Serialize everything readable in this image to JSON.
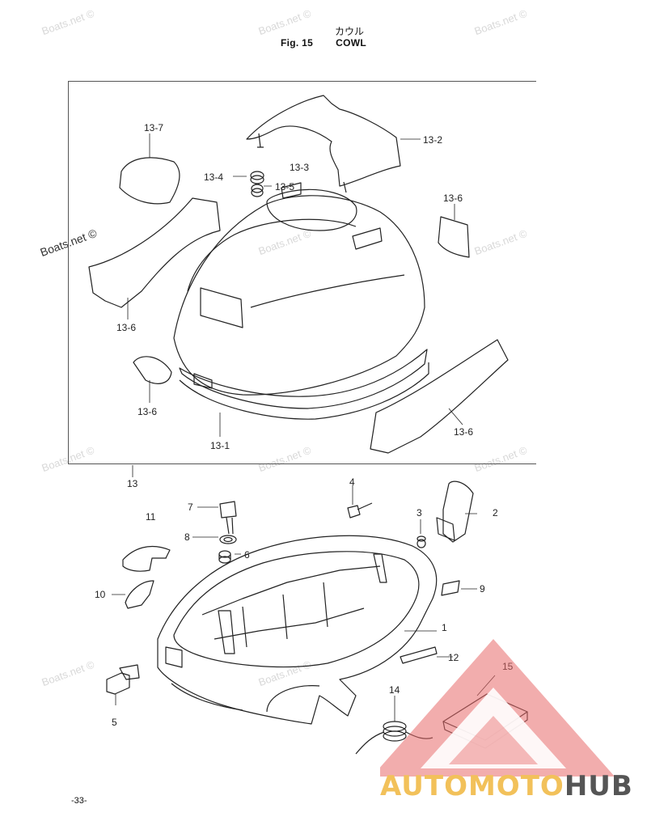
{
  "header": {
    "japanese_title": "カウル",
    "figure_number": "Fig. 15",
    "figure_title": "COWL"
  },
  "watermark": "Boats.net ©",
  "page_number": "-33-",
  "callouts": {
    "c13_7": "13-7",
    "c13_2": "13-2",
    "c13_4": "13-4",
    "c13_3": "13-3",
    "c13_5": "13-5",
    "c13_6a": "13-6",
    "c13_6b": "13-6",
    "c13_6c": "13-6",
    "c13_6d": "13-6",
    "c13_1": "13-1",
    "c13": "13",
    "c7": "7",
    "c11": "11",
    "c8": "8",
    "c6": "6",
    "c4": "4",
    "c3": "3",
    "c2": "2",
    "c10": "10",
    "c9": "9",
    "c1": "1",
    "c12": "12",
    "c15": "15",
    "c5": "5",
    "c14": "14"
  },
  "logo": {
    "part1": "AUTOMOTO",
    "part2": "HUB",
    "colors": {
      "triangle": "#e86a6a",
      "text_yellow": "#f2c15a",
      "text_gray": "#555555"
    }
  }
}
